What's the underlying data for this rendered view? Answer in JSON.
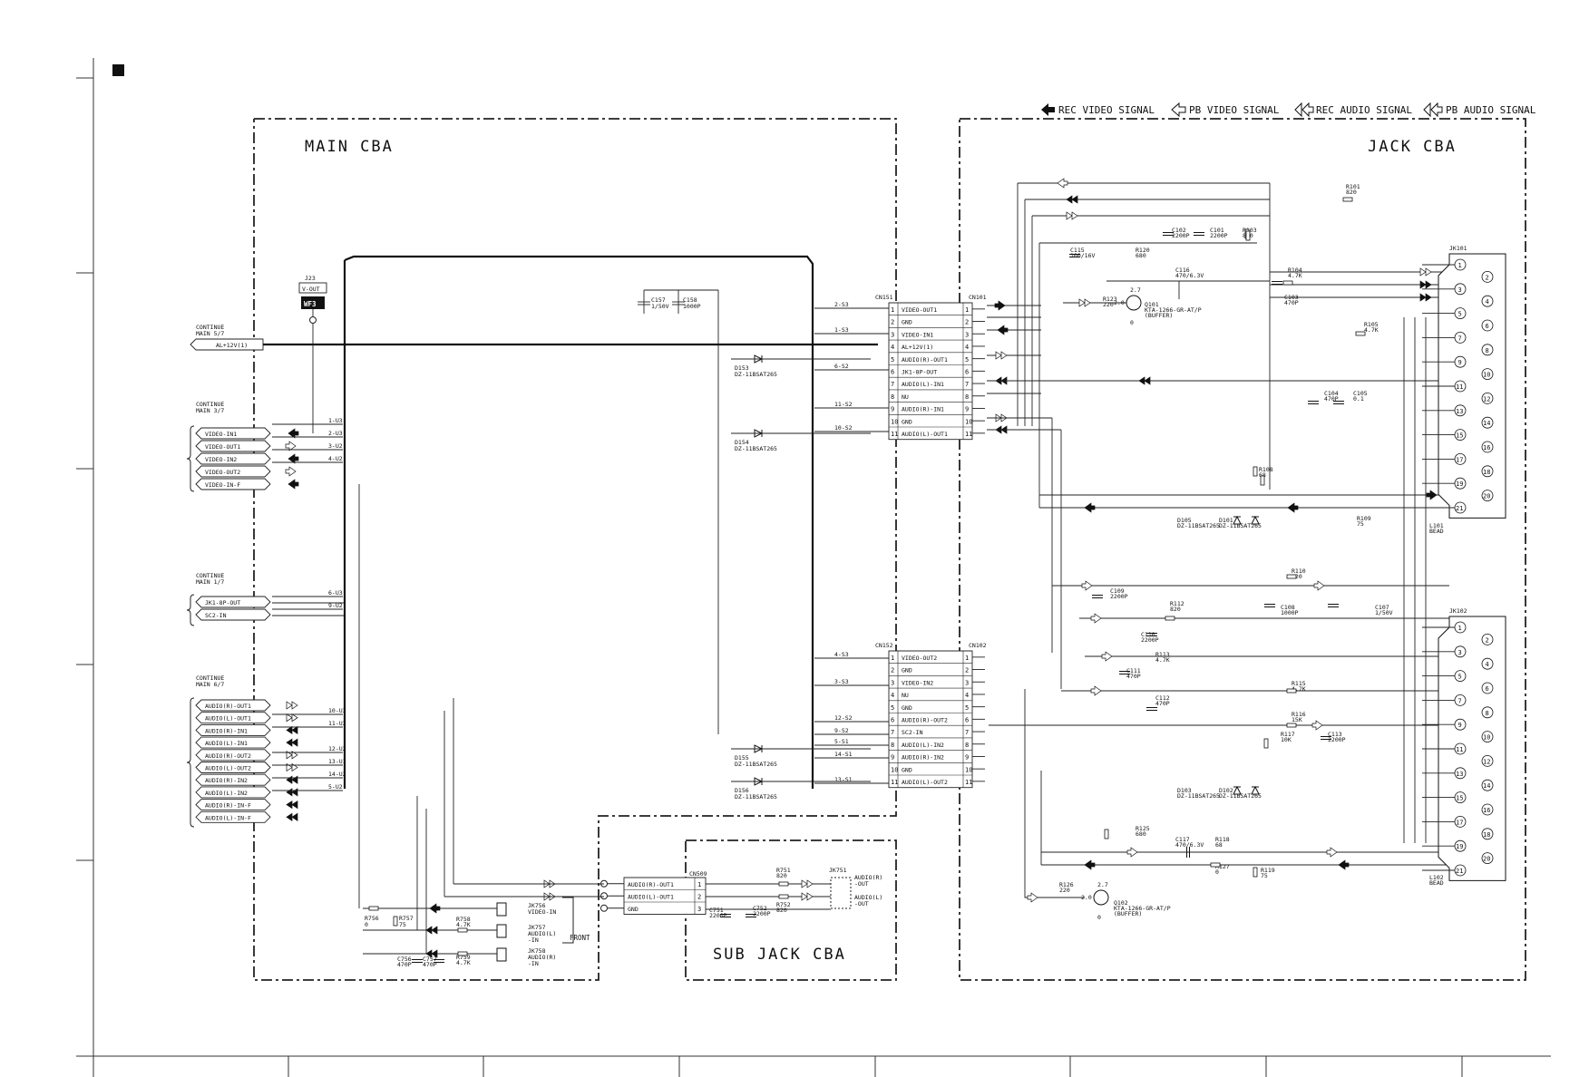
{
  "legend": [
    {
      "label": "REC VIDEO SIGNAL",
      "style": "solid"
    },
    {
      "label": "PB VIDEO SIGNAL",
      "style": "hollow"
    },
    {
      "label": "REC AUDIO SIGNAL",
      "style": "double-solid"
    },
    {
      "label": "PB AUDIO SIGNAL",
      "style": "double-hollow"
    }
  ],
  "blocks": {
    "main": "MAIN CBA",
    "jack": "JACK CBA",
    "subjack": "SUB JACK CBA",
    "front": "FRONT"
  },
  "testpoint": {
    "ref": "J23",
    "name": "V-OUT",
    "wf": "WF3"
  },
  "continue": [
    {
      "text": "CONTINUE",
      "sheet": "MAIN 5/7",
      "signals": [
        "AL+12V(1)"
      ]
    },
    {
      "text": "CONTINUE",
      "sheet": "MAIN 3/7",
      "signals": [
        "VIDEO-IN1",
        "VIDEO-OUT1",
        "VIDEO-IN2",
        "VIDEO-OUT2",
        "VIDEO-IN-F"
      ]
    },
    {
      "text": "CONTINUE",
      "sheet": "MAIN 1/7",
      "signals": [
        "JK1-8P-OUT",
        "SC2-IN"
      ]
    },
    {
      "text": "CONTINUE",
      "sheet": "MAIN 6/7",
      "signals": [
        "AUDIO(R)-OUT1",
        "AUDIO(L)-OUT1",
        "AUDIO(R)-IN1",
        "AUDIO(L)-IN1",
        "AUDIO(R)-OUT2",
        "AUDIO(L)-OUT2",
        "AUDIO(R)-IN2",
        "AUDIO(L)-IN2",
        "AUDIO(R)-IN-F",
        "AUDIO(L)-IN-F"
      ]
    }
  ],
  "netlabels_left": [
    "1-U3",
    "2-U3",
    "3-U2",
    "4-U2",
    "6-U3",
    "9-U2",
    "10-U3",
    "11-U3",
    "12-U2",
    "13-U1",
    "14-U2",
    "5-U2"
  ],
  "netlabels_mid": [
    "2-S3",
    "1-S3",
    "6-S2",
    "11-S2",
    "10-S2",
    "4-S3",
    "3-S3",
    "12-S2",
    "9-S2",
    "5-S1",
    "14-S1",
    "13-S1"
  ],
  "diodes": [
    {
      "ref": "D153",
      "part": "DZ-11BSAT265"
    },
    {
      "ref": "D154",
      "part": "DZ-11BSAT265"
    },
    {
      "ref": "D155",
      "part": "DZ-11BSAT265"
    },
    {
      "ref": "D156",
      "part": "DZ-11BSAT265"
    },
    {
      "ref": "D105",
      "part": "DZ-11BSAT265"
    },
    {
      "ref": "D101",
      "part": "DZ-11BSAT265"
    },
    {
      "ref": "D103",
      "part": "DZ-11BSAT265"
    },
    {
      "ref": "D102",
      "part": "DZ-11BSAT265"
    }
  ],
  "caps_main": [
    {
      "ref": "C157",
      "val": "1/50V"
    },
    {
      "ref": "C158",
      "val": "1000P"
    }
  ],
  "cn151": {
    "ref": "CN151",
    "ref2": "CN101",
    "pins": [
      "VIDEO-OUT1",
      "GND",
      "VIDEO-IN1",
      "AL+12V(1)",
      "AUDIO(R)-OUT1",
      "JK1-8P-OUT",
      "AUDIO(L)-IN1",
      "NU",
      "AUDIO(R)-IN1",
      "GND",
      "AUDIO(L)-OUT1"
    ]
  },
  "cn152": {
    "ref": "CN152",
    "ref2": "CN102",
    "pins": [
      "VIDEO-OUT2",
      "GND",
      "VIDEO-IN2",
      "NU",
      "GND",
      "AUDIO(R)-OUT2",
      "SC2-IN",
      "AUDIO(L)-IN2",
      "AUDIO(R)-IN2",
      "GND",
      "AUDIO(L)-OUT2"
    ]
  },
  "cn509": {
    "ref": "CN509",
    "pins": [
      "AUDIO(R)-OUT1",
      "AUDIO(L)-OUT1",
      "GND"
    ]
  },
  "front": [
    {
      "ref": "JK756",
      "name": "VIDEO-IN"
    },
    {
      "ref": "JK757",
      "name": "AUDIO(L)",
      "name2": "-IN"
    },
    {
      "ref": "JK758",
      "name": "AUDIO(R)",
      "name2": "-IN"
    }
  ],
  "front_parts": [
    {
      "ref": "R756",
      "val": "0"
    },
    {
      "ref": "R757",
      "val": "75"
    },
    {
      "ref": "R758",
      "val": "4.7K"
    },
    {
      "ref": "C756",
      "val": "470P"
    },
    {
      "ref": "C757",
      "val": "470P"
    },
    {
      "ref": "R759",
      "val": "4.7K"
    }
  ],
  "subjack": [
    {
      "ref": "R751",
      "val": "820"
    },
    {
      "ref": "R752",
      "val": "820"
    },
    {
      "ref": "C751",
      "val": "2200P"
    },
    {
      "ref": "C752",
      "val": "2200P"
    },
    {
      "ref": "JK751",
      "name": "AUDIO(R)",
      "name2": "-OUT",
      "name3": "AUDIO(L)",
      "name4": "-OUT"
    }
  ],
  "jack_parts": [
    {
      "ref": "R101",
      "val": "820"
    },
    {
      "ref": "C102",
      "val": "2200P"
    },
    {
      "ref": "C101",
      "val": "2200P"
    },
    {
      "ref": "R103",
      "val": "820"
    },
    {
      "ref": "C115",
      "val": "100/16V"
    },
    {
      "ref": "R120",
      "val": "680"
    },
    {
      "ref": "C116",
      "val": "470/6.3V"
    },
    {
      "ref": "R104",
      "val": "4.7K"
    },
    {
      "ref": "C103",
      "val": "470P"
    },
    {
      "ref": "R123",
      "val": "220"
    },
    {
      "ref": "R105",
      "val": "4.7K"
    },
    {
      "ref": "C104",
      "val": "470P"
    },
    {
      "ref": "C105",
      "val": "0.1"
    },
    {
      "ref": "R108",
      "val": "68"
    },
    {
      "ref": "R109",
      "val": "75"
    },
    {
      "ref": "L101",
      "val": "BEAD"
    },
    {
      "ref": "R110",
      "val": "820"
    },
    {
      "ref": "C109",
      "val": "2200P"
    },
    {
      "ref": "C108",
      "val": "1000P"
    },
    {
      "ref": "C107",
      "val": "1/50V"
    },
    {
      "ref": "R112",
      "val": "820"
    },
    {
      "ref": "C110",
      "val": "2200P"
    },
    {
      "ref": "R113",
      "val": "4.7K"
    },
    {
      "ref": "C111",
      "val": "470P"
    },
    {
      "ref": "R115",
      "val": "4.7K"
    },
    {
      "ref": "C112",
      "val": "470P"
    },
    {
      "ref": "R116",
      "val": "15K"
    },
    {
      "ref": "R117",
      "val": "10K"
    },
    {
      "ref": "C113",
      "val": "2200P"
    },
    {
      "ref": "R125",
      "val": "680"
    },
    {
      "ref": "C117",
      "val": "470/6.3V"
    },
    {
      "ref": "R118",
      "val": "68"
    },
    {
      "ref": "R127",
      "val": "0"
    },
    {
      "ref": "R119",
      "val": "75"
    },
    {
      "ref": "L102",
      "val": "BEAD"
    },
    {
      "ref": "R126",
      "val": "220"
    }
  ],
  "transistors": [
    {
      "ref": "Q101",
      "part": "KTA-1266-GR-AT/P",
      "role": "(BUFFER)",
      "v1": "2.7",
      "v2": "2.0",
      "v3": "0"
    },
    {
      "ref": "Q102",
      "part": "KTA-1266-GR-AT/P",
      "role": "(BUFFER)",
      "v1": "2.7",
      "v2": "2.0",
      "v3": "0"
    }
  ],
  "scarts": [
    {
      "ref": "JK101"
    },
    {
      "ref": "JK102"
    }
  ],
  "scart_pins": [
    "1",
    "2",
    "3",
    "4",
    "5",
    "6",
    "7",
    "8",
    "9",
    "10",
    "11",
    "12",
    "13",
    "14",
    "15",
    "16",
    "17",
    "18",
    "19",
    "20",
    "21"
  ]
}
